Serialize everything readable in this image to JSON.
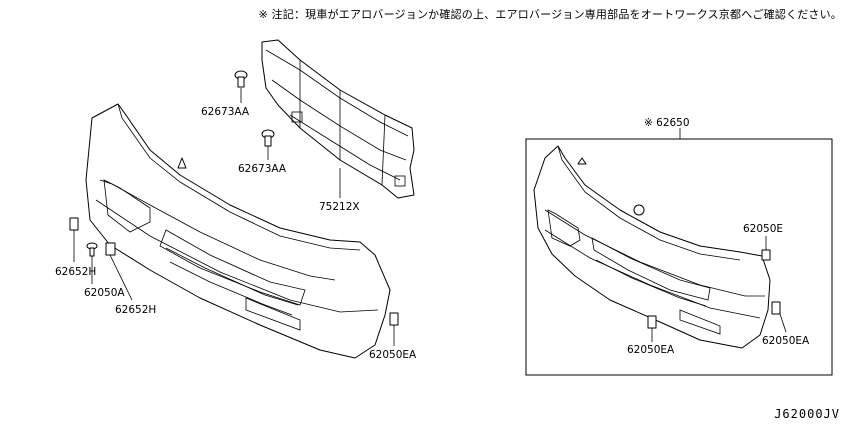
{
  "note": "※ 注記：現車がエアロバージョンか確認の上、エアロバージョン専用部品をオートワークス京都へご確認ください。",
  "diagram_code": "J62000JV",
  "labels": {
    "l62673AA_1": "62673AA",
    "l62673AA_2": "62673AA",
    "l75212X": "75212X",
    "l62652H_1": "62652H",
    "l62050A": "62050A",
    "l62652H_2": "62652H",
    "l62050EA_1": "62050EA",
    "l62650": "※ 62650",
    "l62050E": "62050E",
    "l62050EA_2": "62050EA",
    "l62050EA_3": "62050EA"
  }
}
